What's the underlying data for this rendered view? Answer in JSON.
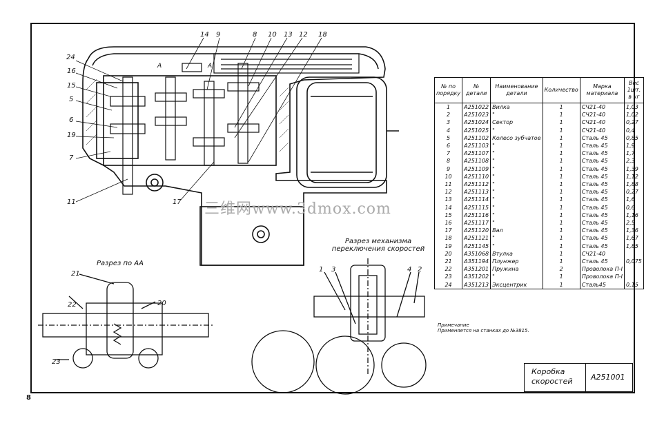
{
  "page": {
    "number": "8"
  },
  "drawing": {
    "title": "Коробка скоростей",
    "code": "А251001",
    "note_heading": "Примечание",
    "note_text": "Применяется на станках до №3815.",
    "watermark": "三维网www.3dmox.com"
  },
  "captions": {
    "section_aa": "Разрез по АА",
    "section_shift": "Разрез механизма переключения скоростей"
  },
  "callouts_main": [
    "24",
    "16",
    "15",
    "5",
    "6",
    "19",
    "7",
    "11",
    "14",
    "9",
    "8",
    "10",
    "13",
    "12",
    "18",
    "17"
  ],
  "callouts_aa": [
    "21",
    "22",
    "20",
    "23"
  ],
  "callouts_shift": [
    "1",
    "3",
    "4",
    "2"
  ],
  "section_marks": [
    "А",
    "А"
  ],
  "parts_table": {
    "headers": [
      "№ по порядку",
      "№ детали",
      "Наименование детали",
      "Количество",
      "Марка материала",
      "Вес 1шт. в кг"
    ],
    "rows": [
      [
        "1",
        "А251022",
        "Вилка",
        "1",
        "СЧ21-40",
        "1,03"
      ],
      [
        "2",
        "А251023",
        "\"",
        "1",
        "СЧ21-40",
        "1,02"
      ],
      [
        "3",
        "А251024",
        "Сектор",
        "1",
        "СЧ21-40",
        "0,27"
      ],
      [
        "4",
        "А251025",
        "\"",
        "1",
        "СЧ21-40",
        "0,4"
      ],
      [
        "5",
        "А251102",
        "Колесо зубчатое",
        "1",
        "Сталь 45",
        "0,85"
      ],
      [
        "6",
        "А251103",
        "\"",
        "1",
        "Сталь 45",
        "1,9"
      ],
      [
        "7",
        "А251107",
        "\"",
        "1",
        "Сталь 45",
        "1,7"
      ],
      [
        "8",
        "А251108",
        "\"",
        "1",
        "Сталь 45",
        "2,3"
      ],
      [
        "9",
        "А251109",
        "\"",
        "1",
        "Сталь 45",
        "1,39"
      ],
      [
        "10",
        "А251110",
        "\"",
        "1",
        "Сталь 45",
        "1,12"
      ],
      [
        "11",
        "А251112",
        "\"",
        "1",
        "Сталь 45",
        "1,88"
      ],
      [
        "12",
        "А251113",
        "\"",
        "1",
        "Сталь 45",
        "0,27"
      ],
      [
        "13",
        "А251114",
        "\"",
        "1",
        "Сталь 45",
        "1,6"
      ],
      [
        "14",
        "А251115",
        "\"",
        "1",
        "Сталь 45",
        "0,6"
      ],
      [
        "15",
        "А251116",
        "\"",
        "1",
        "Сталь 45",
        "1,16"
      ],
      [
        "16",
        "А251117",
        "\"",
        "1",
        "Сталь 45",
        "2,5"
      ],
      [
        "17",
        "А251120",
        "Вал",
        "1",
        "Сталь 45",
        "1,36"
      ],
      [
        "18",
        "А251121",
        "\"",
        "1",
        "Сталь 45",
        "1,67"
      ],
      [
        "19",
        "А251145",
        "\"",
        "1",
        "Сталь 45",
        "1,85"
      ],
      [
        "20",
        "А351068",
        "Втулка",
        "1",
        "СЧ21-40",
        ""
      ],
      [
        "21",
        "А351194",
        "Плунжер",
        "1",
        "Сталь 45",
        "0,075"
      ],
      [
        "22",
        "А351201",
        "Пружина",
        "2",
        "Проволока П-I",
        ""
      ],
      [
        "23",
        "А351202",
        "\"",
        "1",
        "Проволока П-I",
        ""
      ],
      [
        "24",
        "А351213",
        "Эксцентрик",
        "1",
        "Сталь45",
        "0,15"
      ]
    ]
  }
}
